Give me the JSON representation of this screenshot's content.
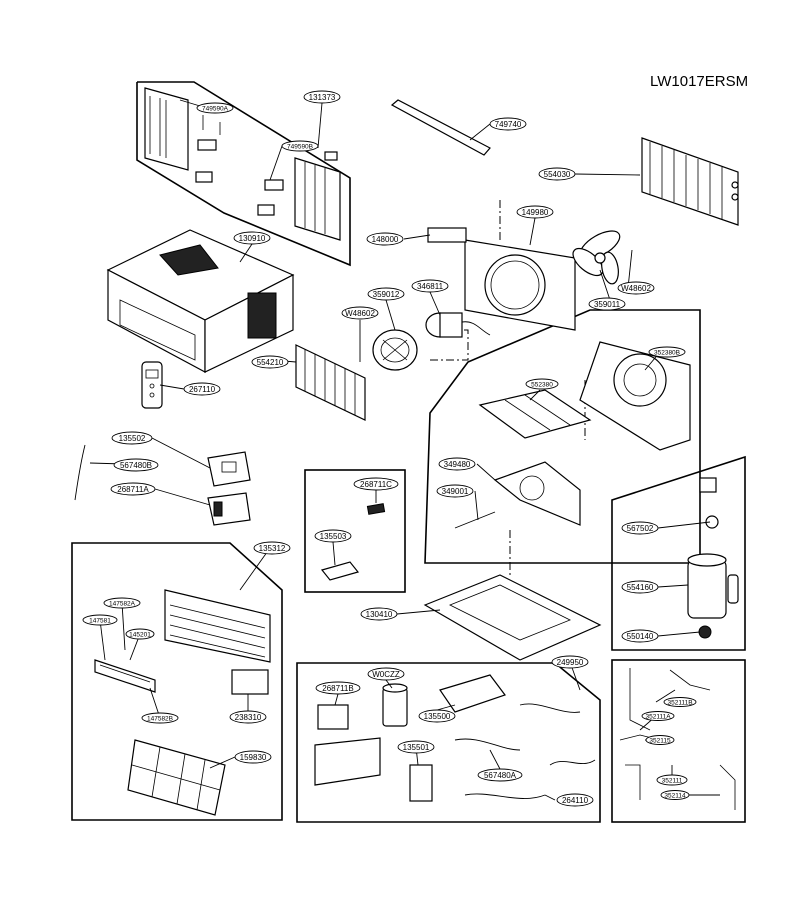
{
  "model": "LW1017ERSM",
  "parts": {
    "p749590A": "749590A",
    "p131373": "131373",
    "p749740": "749740",
    "p749590B": "749590B",
    "p554030": "554030",
    "p130910": "130910",
    "p148000": "148000",
    "p149980": "149980",
    "p346811": "346811",
    "p359012": "359012",
    "pW48602a": "W48602",
    "pW48602b": "W48602",
    "p359011": "359011",
    "p552380": "552380",
    "p352380B": "352380B",
    "p554210": "554210",
    "p267110": "267110",
    "p135502": "135502",
    "p567480B": "567480B",
    "p268711A": "268711A",
    "p268711C": "268711C",
    "p135503": "135503",
    "p349480": "349480",
    "p349001": "349001",
    "p135312": "135312",
    "p147582A": "147582A",
    "p147581": "147581",
    "p145201": "145201",
    "p147582B": "147582B",
    "p238310": "238310",
    "p159830": "159830",
    "p130410": "130410",
    "p567502": "567502",
    "p554160": "554160",
    "p550140": "550140",
    "p249950": "249950",
    "p268711B": "268711B",
    "pW0CZZ": "W0CZZ",
    "p135500": "135500",
    "p135501": "135501",
    "p567480A": "567480A",
    "p264110": "264110",
    "p352111B": "352111B",
    "p352111A": "352111A",
    "p352115": "352115",
    "p352111": "352111",
    "p352114": "352114"
  }
}
